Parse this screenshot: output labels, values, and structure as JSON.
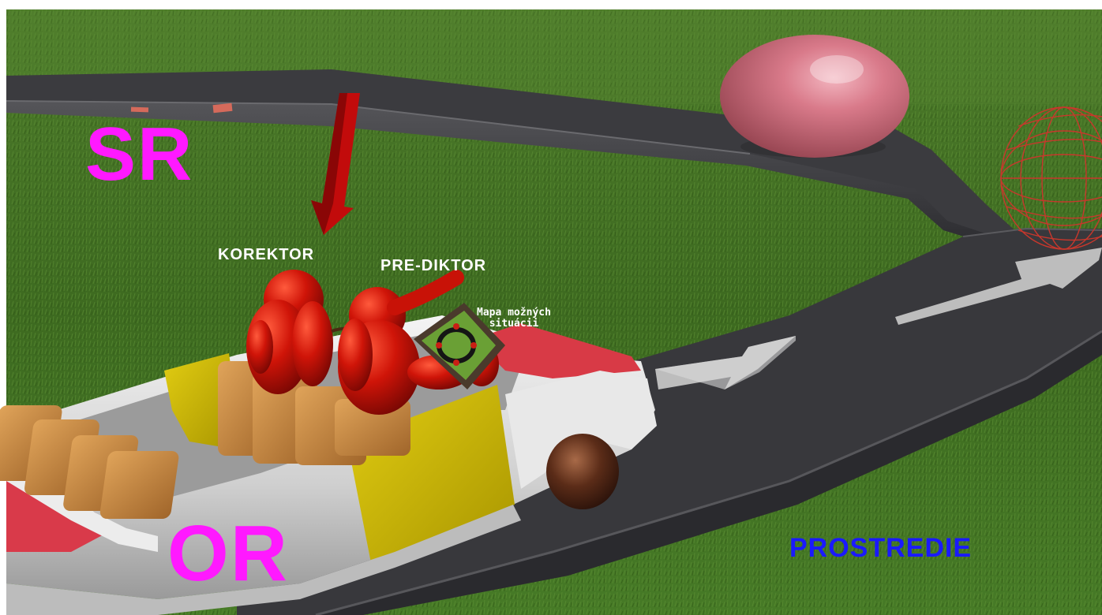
{
  "labels": {
    "sr": "SR",
    "or": "OR",
    "korektor": "KOREKTOR",
    "prediktor": "PRE-DIKTOR",
    "mapa_line1": "Mapa možných",
    "mapa_line2": "situácii",
    "prostredie": "PROSTREDIE"
  },
  "colors": {
    "grass": "#3f6f1f",
    "road": "#3a3a3e",
    "label_magenta": "#ff19ff",
    "label_blue": "#1a1aff",
    "figure_red": "#c40d06",
    "arrow_red": "#c20b0b",
    "sphere_pink": "#cc6677",
    "seat_orange": "#c98a40",
    "panel_yellow": "#c8b400",
    "car_body": "#d8d8d8"
  },
  "icons": [
    "down-arrow-red",
    "direction-arrow",
    "pink-sphere",
    "wireframe-sphere",
    "situation-map-tablet"
  ]
}
